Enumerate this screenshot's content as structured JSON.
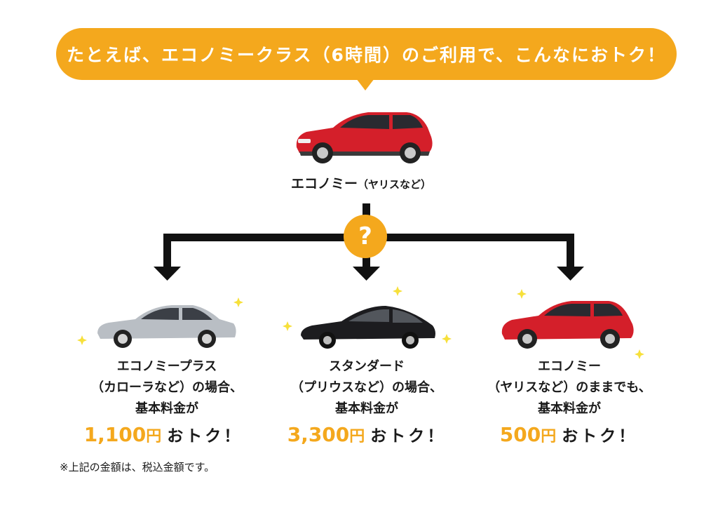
{
  "banner": {
    "text": "たとえば、エコノミークラス（6時間）のご利用で、こんなにおトク！"
  },
  "top_car": {
    "label_main": "エコノミー",
    "label_sub": "（ヤリスなど）"
  },
  "question_mark": "?",
  "options": [
    {
      "line1": "エコノミープラス",
      "line2": "（カローラなど）の場合、",
      "line3": "基本料金が",
      "amount": "1,100",
      "yen": "円",
      "suffix": "おトク！"
    },
    {
      "line1": "スタンダード",
      "line2": "（プリウスなど）の場合、",
      "line3": "基本料金が",
      "amount": "3,300",
      "yen": "円",
      "suffix": "おトク！"
    },
    {
      "line1": "エコノミー",
      "line2": "（ヤリスなど）のままでも、",
      "line3": "基本料金が",
      "amount": "500",
      "yen": "円",
      "suffix": "おトク！"
    }
  ],
  "note": "※上記の金額は、税込金額です。",
  "colors": {
    "accent": "#f4a81d",
    "text": "#1a1a1a",
    "car_red": "#d41f2a",
    "car_silver": "#b9bec4",
    "car_black": "#1c1c1f"
  }
}
